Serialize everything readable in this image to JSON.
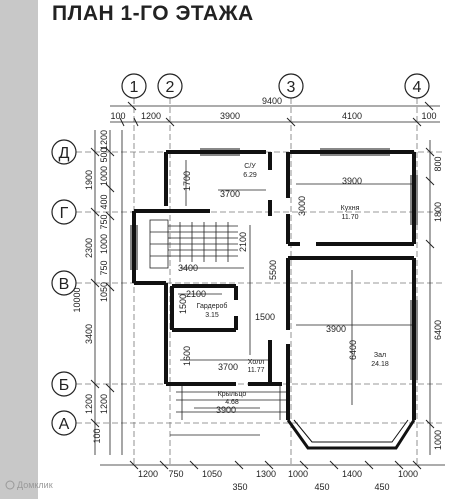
{
  "title": "ПЛАН 1-ГО ЭТАЖА",
  "axes": {
    "columns": [
      "1",
      "2",
      "3",
      "4"
    ],
    "rows": [
      "Д",
      "Г",
      "В",
      "Б",
      "А"
    ]
  },
  "rooms": [
    {
      "name": "С/У",
      "area": "6.29"
    },
    {
      "name": "Кухня",
      "area": "11.70"
    },
    {
      "name": "Холл",
      "area": "11.77"
    },
    {
      "name": "Гардероб",
      "area": "3.15"
    },
    {
      "name": "Зал",
      "area": "24.18"
    },
    {
      "name": "Крыльцо",
      "area": "4.68"
    }
  ],
  "dimensions": {
    "top": [
      "100",
      "1200",
      "3900",
      "9400",
      "4100",
      "100"
    ],
    "bottom": [
      "1200",
      "750",
      "1050",
      "350",
      "1300",
      "1000",
      "450",
      "1400",
      "450",
      "1000"
    ],
    "left": [
      "1200",
      "1000",
      "1900",
      "500",
      "400",
      "750",
      "2300",
      "1000",
      "750",
      "1050",
      "3400",
      "10000",
      "1200",
      "1200",
      "100"
    ],
    "right": [
      "800",
      "1800",
      "6400",
      "1000"
    ],
    "interior": [
      "1700",
      "3700",
      "3900",
      "3000",
      "2100",
      "3400",
      "5500",
      "2100",
      "1500",
      "1500",
      "3900",
      "6400",
      "1600",
      "3700",
      "3900"
    ]
  },
  "watermark": "Домклик"
}
